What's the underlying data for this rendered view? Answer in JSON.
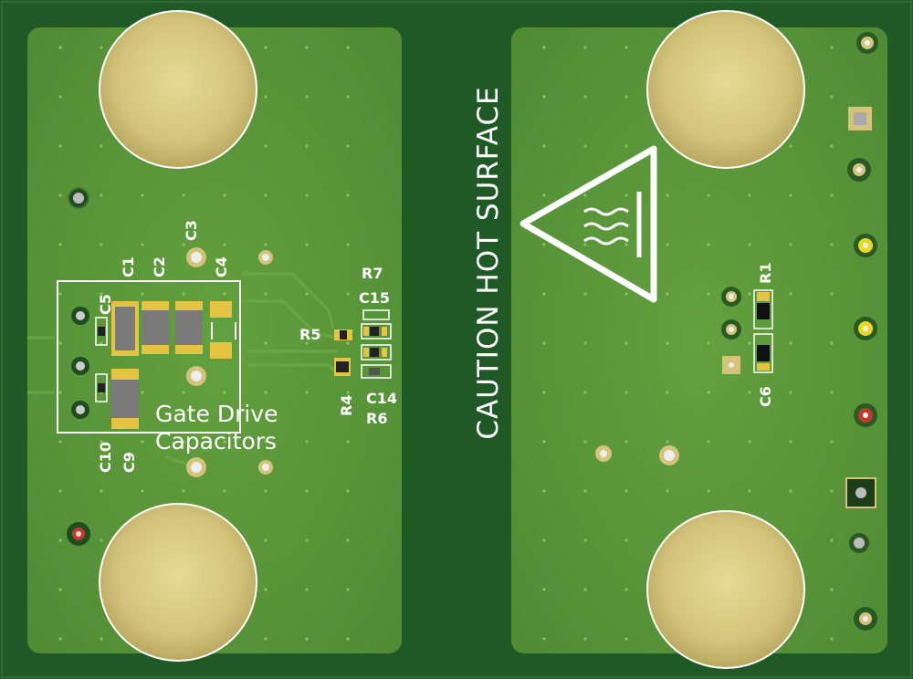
{
  "board": {
    "colors": {
      "substrate": "#1f5a26",
      "copper_fill": "#5c9a3a",
      "pad_gold": "#d8c97a",
      "silkscreen": "#ffffff"
    },
    "warning_text": "CAUTION HOT SURFACE",
    "section_label_line1": "Gate Drive",
    "section_label_line2": "Capacitors",
    "designators": {
      "C1": "C1",
      "C2": "C2",
      "C3": "C3",
      "C4": "C4",
      "C5": "C5",
      "C9": "C9",
      "C10": "C10",
      "C14": "C14",
      "C15": "C15",
      "R4": "R4",
      "R5": "R5",
      "R6": "R6",
      "R7": "R7",
      "R1": "R1",
      "C6": "C6"
    }
  }
}
